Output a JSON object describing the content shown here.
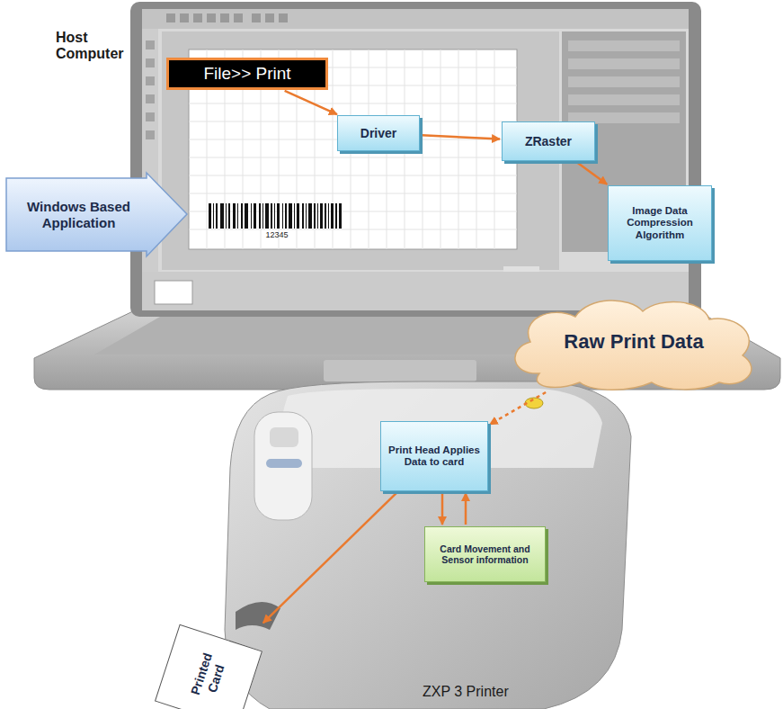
{
  "diagram": {
    "nodes": [
      {
        "text": [
          "File>> Print"
        ]
      },
      {
        "text": [
          "Driver"
        ]
      },
      {
        "text": [
          "ZRaster"
        ]
      },
      {
        "text": [
          "Windows Based Application"
        ]
      },
      {
        "text": [
          "Image Data Compression Algorithm"
        ]
      },
      {
        "text": [
          "Raw Print Data"
        ]
      },
      {
        "text": [
          "Print Head Applies Data to card"
        ]
      },
      {
        "text": [
          "Card Movement and Sensor information"
        ]
      },
      {
        "text": [
          "Printed Card"
        ]
      }
    ],
    "edges": [
      {
        "from": 0,
        "to": 1,
        "arrow": "to"
      },
      {
        "from": 1,
        "to": 2,
        "arrow": "to"
      },
      {
        "from": 2,
        "to": 4,
        "arrow": "to"
      },
      {
        "from": 5,
        "to": 6,
        "arrow": "to"
      },
      {
        "from": 6,
        "to": 7,
        "arrow": "to"
      },
      {
        "from": 7,
        "to": 6,
        "arrow": "to"
      },
      {
        "from": 6,
        "to": 8,
        "arrow": "to"
      }
    ],
    "labels": [
      "Host Computer",
      "12345",
      "ZXP 3 Printer"
    ]
  }
}
